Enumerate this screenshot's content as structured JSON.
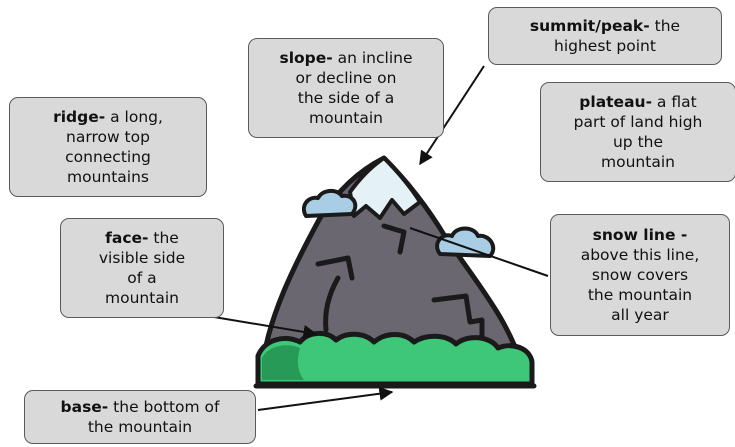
{
  "labels": {
    "summit": {
      "term": "summit/peak-",
      "def": " the\nhighest point"
    },
    "slope": {
      "term": "slope-",
      "def": " an incline\nor decline on\nthe side of a\nmountain"
    },
    "ridge": {
      "term": "ridge-",
      "def": "  a long,\nnarrow top\nconnecting\nmountains"
    },
    "plateau": {
      "term": "plateau-",
      "def": " a flat\npart of land high\nup the\nmountain"
    },
    "face": {
      "term": "face-",
      "def": " the\nvisible side\nof a\nmountain"
    },
    "snowline": {
      "term": "snow line -",
      "def": "\nabove this line,\nsnow covers\nthe mountain\nall year"
    },
    "base": {
      "term": "base-",
      "def": " the bottom of\nthe mountain"
    }
  },
  "colors": {
    "box_fill": "#d9d9d9",
    "rock": "#6b6770",
    "rock_dark": "#4e4a52",
    "snow": "#e4f1f6",
    "cloud": "#a9cde4",
    "grass": "#3ec778",
    "grass_dark": "#279a57",
    "outline": "#1a1a1a"
  }
}
